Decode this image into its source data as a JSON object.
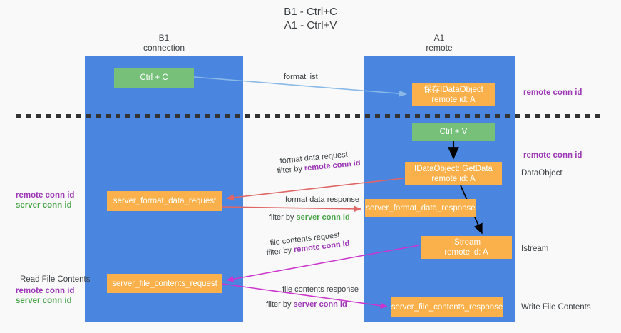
{
  "title": {
    "line1": "B1 - Ctrl+C",
    "line2": "A1 - Ctrl+V"
  },
  "columns": [
    {
      "id": "b1",
      "name": "B1",
      "role": "connection"
    },
    {
      "id": "a1",
      "name": "A1",
      "role": "remote"
    }
  ],
  "colors": {
    "lane": "#4a86e0",
    "green_node": "#76c07a",
    "orange_node": "#fbb14b",
    "remote_conn_id": "#9c36b5",
    "server_conn_id": "#4ca64c",
    "arrow_format_list": "#8ab9e8",
    "arrow_format_data": "#e06666",
    "arrow_file_contents": "#cc33cc",
    "arrow_black": "#000000",
    "background": "#f9f9f9"
  },
  "nodes": {
    "ctrl_c": {
      "label": "Ctrl + C",
      "kind": "green"
    },
    "save_dataobject": {
      "line1": "保存IDataObject",
      "line2": "remote id: A",
      "kind": "orange"
    },
    "ctrl_v": {
      "label": "Ctrl + V",
      "kind": "green"
    },
    "getdata": {
      "line1": "IDataObject::GetData",
      "line2": "remote id: A",
      "kind": "orange"
    },
    "server_format_data_request": {
      "label": "server_format_data_request",
      "kind": "orange"
    },
    "server_format_data_response": {
      "label": "server_format_data_response",
      "kind": "orange"
    },
    "istream": {
      "line1": "IStream",
      "line2": "remote id: A",
      "kind": "orange"
    },
    "server_file_contents_request": {
      "label": "server_file_contents_request",
      "kind": "orange"
    },
    "server_file_contents_response": {
      "label": "server_file_contents_response",
      "kind": "orange"
    }
  },
  "edge_labels": {
    "format_list": "format list",
    "format_data_request": "format data request",
    "format_data_request_filter_prefix": "filter by ",
    "format_data_request_filter_key": "remote conn id",
    "format_data_response": "format data response",
    "format_data_response_filter_prefix": "filter by ",
    "format_data_response_filter_key": "server conn id",
    "file_contents_request": "file contents request",
    "file_contents_request_filter_prefix": "filter by ",
    "file_contents_request_filter_key": "remote conn id",
    "file_contents_response": "file contents response",
    "file_contents_response_filter_prefix": "filter by ",
    "file_contents_response_filter_key": "server conn id"
  },
  "right_annotations": {
    "remote_conn_id_top": "remote conn id",
    "remote_conn_id_mid": "remote conn id",
    "dataobject": "DataObject",
    "istream": "Istream",
    "write_file_contents": "Write File Contents"
  },
  "left_annotations": {
    "remote_conn_id_mid": "remote conn id",
    "server_conn_id_mid": "server conn id",
    "read_file_contents": "Read File Contents",
    "remote_conn_id_bottom": "remote conn id",
    "server_conn_id_bottom": "server conn id"
  }
}
